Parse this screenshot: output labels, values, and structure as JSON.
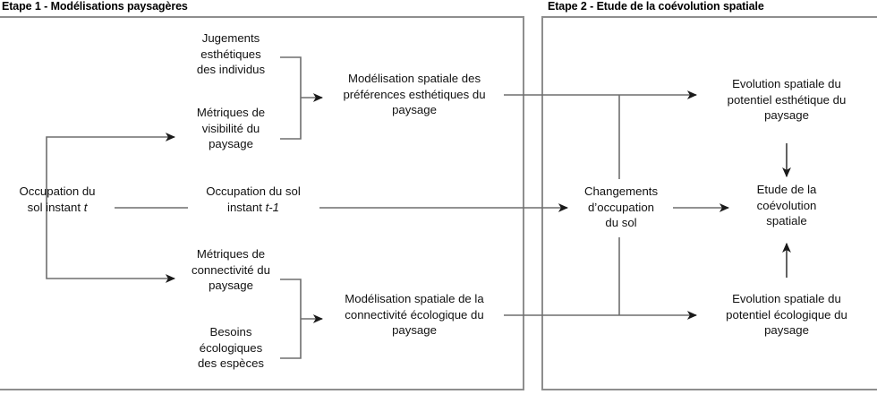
{
  "diagram": {
    "title_hidden": "",
    "stages": [
      {
        "id": "etape1",
        "label": "Etape 1 - Modélisations paysagères"
      },
      {
        "id": "etape2",
        "label": "Etape 2 - Etude de la coévolution spatiale"
      }
    ],
    "nodes": [
      {
        "id": "occupation-sol-t",
        "text": "Occupation du\nsol instant t"
      },
      {
        "id": "jugements-esthetiques",
        "text": "Jugements\nesthétiques\ndes individus"
      },
      {
        "id": "metriques-visibilite",
        "text": "Métriques de\nvisibilité du\npaysage"
      },
      {
        "id": "occupation-sol-t-1",
        "text": "Occupation du sol\ninstant t-1"
      },
      {
        "id": "metriques-connectivite",
        "text": "Métriques de\nconnectivité du\npaysage"
      },
      {
        "id": "besoins-ecologiques",
        "text": "Besoins\nécologiques\ndes espèces"
      },
      {
        "id": "modelisation-preferences",
        "text": "Modélisation spatiale des\npréférences esthétiques du\npaysage"
      },
      {
        "id": "modelisation-connectivite",
        "text": "Modélisation spatiale de la\nconnectivité écologique du\npaysage"
      },
      {
        "id": "changements-occupation",
        "text": "Changements\nd’occupation\ndu sol"
      },
      {
        "id": "evolution-esthetique",
        "text": "Evolution spatiale du\npotentiel esthétique du\npaysage"
      },
      {
        "id": "evolution-ecologique",
        "text": "Evolution spatiale du\npotentiel écologique du\npaysage"
      },
      {
        "id": "etude-coevolution",
        "text": "Etude de la\ncoévolution\nspatiale"
      }
    ],
    "edges": [
      {
        "id": "e1",
        "from": "occupation-sol-t",
        "to": "metriques-visibilite",
        "arrow": true
      },
      {
        "id": "e2",
        "from": "occupation-sol-t",
        "to": "metriques-connectivite",
        "arrow": true
      },
      {
        "id": "e3",
        "from": "occupation-sol-t",
        "to": "occupation-sol-t-1",
        "arrow": false
      },
      {
        "id": "e4",
        "from": "jugements+visibilite",
        "to": "modelisation-preferences",
        "arrow": true
      },
      {
        "id": "e5",
        "from": "connectivite+besoins",
        "to": "modelisation-connectivite",
        "arrow": true
      },
      {
        "id": "e6",
        "from": "modelisation-preferences",
        "to": "evolution-esthetique",
        "arrow": true
      },
      {
        "id": "e7",
        "from": "modelisation-connectivite",
        "to": "evolution-ecologique",
        "arrow": true
      },
      {
        "id": "e8",
        "from": "occupation-sol-t-1",
        "to": "changements-occupation",
        "arrow": true
      },
      {
        "id": "e9",
        "from": "changements-occupation",
        "to": "etude-coevolution",
        "arrow": true
      },
      {
        "id": "e10",
        "from": "evolution-esthetique",
        "to": "etude-coevolution",
        "arrow": true
      },
      {
        "id": "e11",
        "from": "evolution-ecologique",
        "to": "etude-coevolution",
        "arrow": true
      }
    ],
    "colors": {
      "frame": "#8e8e8e",
      "line": "#6e6e6e",
      "arrowhead": "#1a1a1a",
      "text": "#111111",
      "background": "#ffffff"
    }
  }
}
